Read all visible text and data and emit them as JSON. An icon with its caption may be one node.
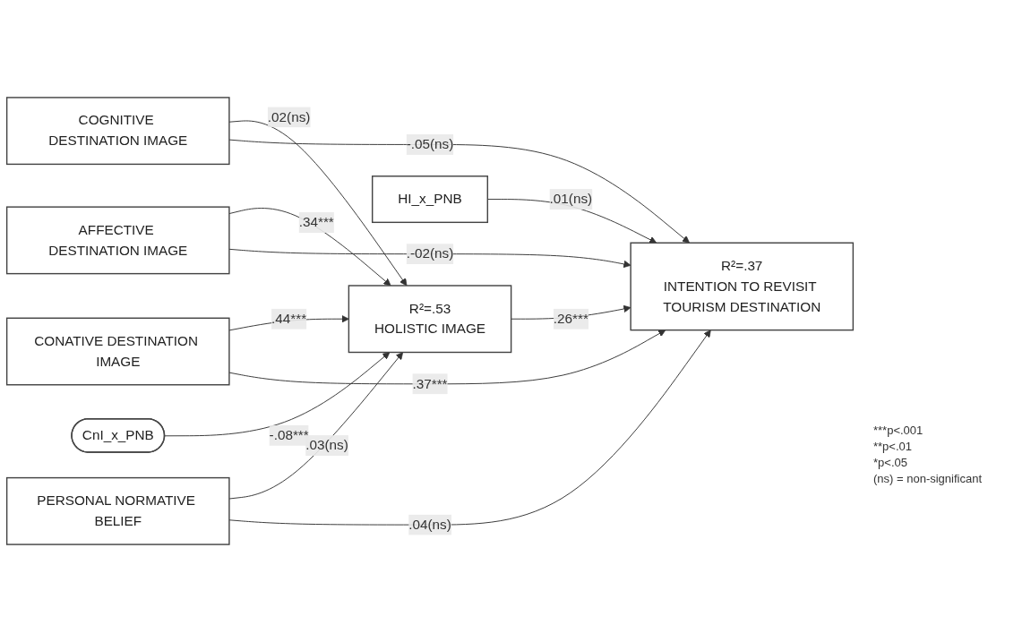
{
  "diagram": {
    "nodes": [
      {
        "text": [
          "COGNITIVE DESTINATION IMAGE"
        ]
      },
      {
        "text": [
          "AFFECTIVE DESTINATION IMAGE"
        ]
      },
      {
        "text": [
          "CONATIVE DESTINATION IMAGE"
        ]
      },
      {
        "text": [
          "R²=.53",
          "HOLISTIC IMAGE"
        ]
      },
      {
        "text": [
          "R²=.37",
          "INTENTION TO REVISIT TOURISM DESTINATION"
        ]
      },
      {
        "text": [
          "PERSONAL NORMATIVE BELIEF"
        ]
      },
      {
        "text": [
          "CnI_x_PNB"
        ]
      },
      {
        "text": [
          "HI_x_PNB"
        ]
      }
    ],
    "edges": [
      {
        "from": 0,
        "to": 3,
        "arrow": "to",
        "label": ".02(ns)"
      },
      {
        "from": 0,
        "to": 4,
        "arrow": "to",
        "label": "-.05(ns)"
      },
      {
        "from": 1,
        "to": 3,
        "arrow": "to",
        "label": ".34***"
      },
      {
        "from": 3,
        "to": 4,
        "arrow": "to",
        "label": ".26***"
      },
      {
        "from": 1,
        "to": 4,
        "arrow": "to",
        "label": ".-02(ns)"
      },
      {
        "from": 2,
        "to": 3,
        "arrow": "to",
        "label": ".44***"
      },
      {
        "from": 2,
        "to": 4,
        "arrow": "to",
        "label": ".37***"
      },
      {
        "from": 5,
        "to": 3,
        "arrow": "to",
        "label": ".03(ns)"
      },
      {
        "from": 5,
        "to": 4,
        "arrow": "to",
        "label": ".04(ns)"
      },
      {
        "from": 6,
        "to": 3,
        "arrow": "to",
        "label": "-.08***"
      },
      {
        "from": 7,
        "to": 4,
        "arrow": "to",
        "label": ".01(ns)"
      }
    ],
    "labels": [
      "***p<.001",
      "**p<.01",
      "*p<.05",
      "(ns) = non-significant"
    ]
  }
}
